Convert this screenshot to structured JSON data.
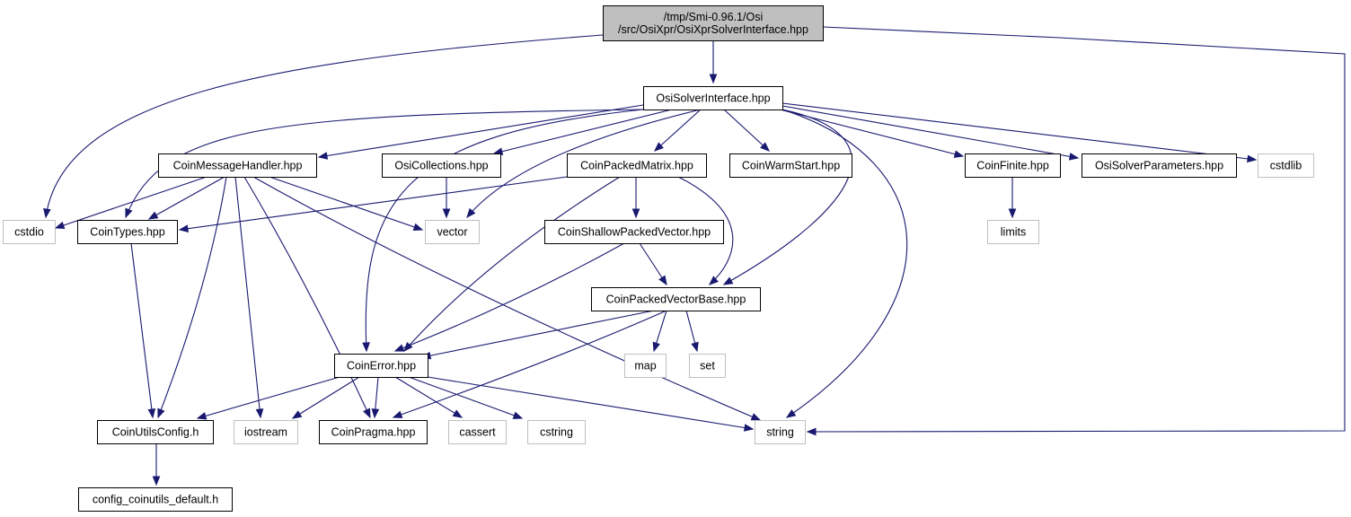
{
  "diagram": {
    "colors": {
      "edge": "#191970",
      "root_fill": "#bfbfbf",
      "node_border": "#000000",
      "external_border": "#bfbfbf",
      "text": "#000000"
    },
    "nodes": [
      {
        "id": "root",
        "lines": [
          "/tmp/Smi-0.96.1/Osi",
          "/src/OsiXpr/OsiXprSolverInterface.hpp"
        ],
        "kind": "root"
      },
      {
        "id": "osisolver",
        "lines": [
          "OsiSolverInterface.hpp"
        ],
        "kind": "internal"
      },
      {
        "id": "msghandler",
        "lines": [
          "CoinMessageHandler.hpp"
        ],
        "kind": "internal"
      },
      {
        "id": "osicoll",
        "lines": [
          "OsiCollections.hpp"
        ],
        "kind": "internal"
      },
      {
        "id": "packedmatrix",
        "lines": [
          "CoinPackedMatrix.hpp"
        ],
        "kind": "internal"
      },
      {
        "id": "warmstart",
        "lines": [
          "CoinWarmStart.hpp"
        ],
        "kind": "internal"
      },
      {
        "id": "finite",
        "lines": [
          "CoinFinite.hpp"
        ],
        "kind": "internal"
      },
      {
        "id": "solverparams",
        "lines": [
          "OsiSolverParameters.hpp"
        ],
        "kind": "internal"
      },
      {
        "id": "cstdlib",
        "lines": [
          "cstdlib"
        ],
        "kind": "external"
      },
      {
        "id": "cstdio",
        "lines": [
          "cstdio"
        ],
        "kind": "external"
      },
      {
        "id": "cointypes",
        "lines": [
          "CoinTypes.hpp"
        ],
        "kind": "internal"
      },
      {
        "id": "vector",
        "lines": [
          "vector"
        ],
        "kind": "external"
      },
      {
        "id": "shallow",
        "lines": [
          "CoinShallowPackedVector.hpp"
        ],
        "kind": "internal"
      },
      {
        "id": "limits",
        "lines": [
          "limits"
        ],
        "kind": "external"
      },
      {
        "id": "pvbase",
        "lines": [
          "CoinPackedVectorBase.hpp"
        ],
        "kind": "internal"
      },
      {
        "id": "error",
        "lines": [
          "CoinError.hpp"
        ],
        "kind": "internal"
      },
      {
        "id": "map",
        "lines": [
          "map"
        ],
        "kind": "external"
      },
      {
        "id": "set",
        "lines": [
          "set"
        ],
        "kind": "external"
      },
      {
        "id": "utilsconfig",
        "lines": [
          "CoinUtilsConfig.h"
        ],
        "kind": "internal"
      },
      {
        "id": "iostream",
        "lines": [
          "iostream"
        ],
        "kind": "external"
      },
      {
        "id": "pragma",
        "lines": [
          "CoinPragma.hpp"
        ],
        "kind": "internal"
      },
      {
        "id": "cassert",
        "lines": [
          "cassert"
        ],
        "kind": "external"
      },
      {
        "id": "cstring",
        "lines": [
          "cstring"
        ],
        "kind": "external"
      },
      {
        "id": "string",
        "lines": [
          "string"
        ],
        "kind": "external"
      },
      {
        "id": "configdefault",
        "lines": [
          "config_coinutils_default.h"
        ],
        "kind": "internal"
      }
    ],
    "edges": [
      [
        "root",
        "osisolver"
      ],
      [
        "root",
        "cstdio"
      ],
      [
        "root",
        "string"
      ],
      [
        "osisolver",
        "msghandler"
      ],
      [
        "osisolver",
        "osicoll"
      ],
      [
        "osisolver",
        "packedmatrix"
      ],
      [
        "osisolver",
        "warmstart"
      ],
      [
        "osisolver",
        "finite"
      ],
      [
        "osisolver",
        "solverparams"
      ],
      [
        "osisolver",
        "cstdlib"
      ],
      [
        "osisolver",
        "cointypes"
      ],
      [
        "osisolver",
        "vector"
      ],
      [
        "osisolver",
        "error"
      ],
      [
        "osisolver",
        "pvbase"
      ],
      [
        "osisolver",
        "string"
      ],
      [
        "msghandler",
        "cstdio"
      ],
      [
        "msghandler",
        "cointypes"
      ],
      [
        "msghandler",
        "vector"
      ],
      [
        "msghandler",
        "utilsconfig"
      ],
      [
        "msghandler",
        "iostream"
      ],
      [
        "msghandler",
        "pragma"
      ],
      [
        "msghandler",
        "string"
      ],
      [
        "osicoll",
        "vector"
      ],
      [
        "packedmatrix",
        "cointypes"
      ],
      [
        "packedmatrix",
        "shallow"
      ],
      [
        "packedmatrix",
        "pvbase"
      ],
      [
        "packedmatrix",
        "error"
      ],
      [
        "finite",
        "limits"
      ],
      [
        "cointypes",
        "utilsconfig"
      ],
      [
        "shallow",
        "pvbase"
      ],
      [
        "shallow",
        "error"
      ],
      [
        "pvbase",
        "error"
      ],
      [
        "pvbase",
        "map"
      ],
      [
        "pvbase",
        "set"
      ],
      [
        "pvbase",
        "pragma"
      ],
      [
        "error",
        "utilsconfig"
      ],
      [
        "error",
        "iostream"
      ],
      [
        "error",
        "pragma"
      ],
      [
        "error",
        "cassert"
      ],
      [
        "error",
        "cstring"
      ],
      [
        "error",
        "string"
      ],
      [
        "utilsconfig",
        "configdefault"
      ]
    ]
  }
}
